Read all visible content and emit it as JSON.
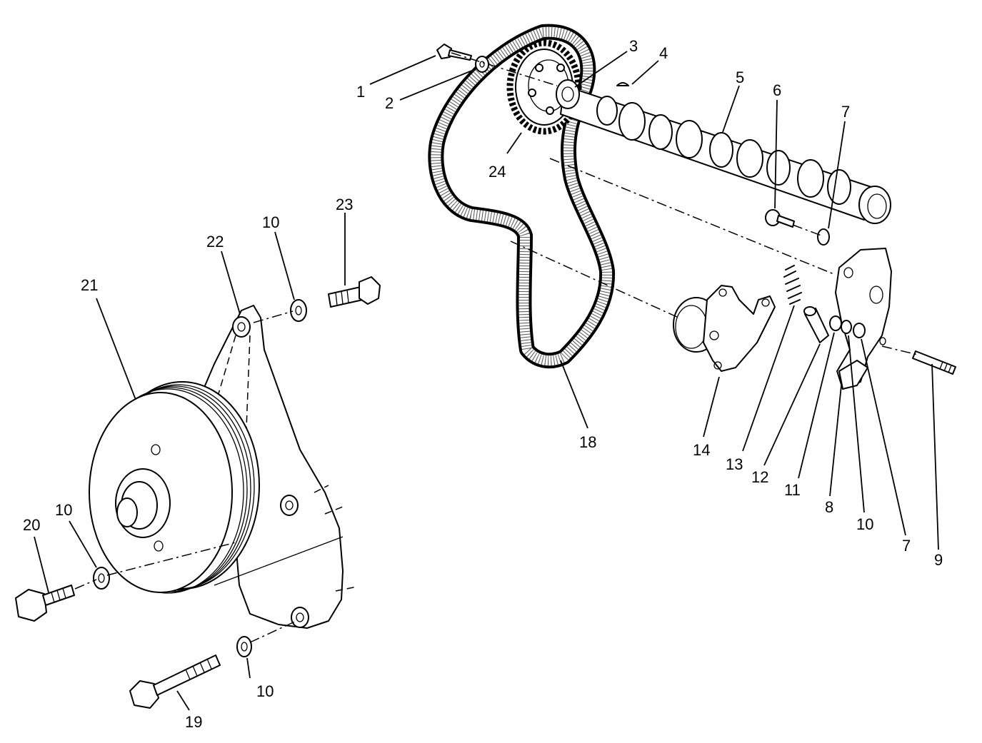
{
  "callouts": {
    "c1": "1",
    "c2": "2",
    "c3": "3",
    "c4": "4",
    "c5": "5",
    "c6": "6",
    "c7a": "7",
    "c7b": "7",
    "c8": "8",
    "c9": "9",
    "c10a": "10",
    "c10b": "10",
    "c10c": "10",
    "c10d": "10",
    "c11": "11",
    "c12": "12",
    "c13": "13",
    "c14": "14",
    "c18": "18",
    "c19": "19",
    "c20": "20",
    "c21": "21",
    "c22": "22",
    "c23": "23",
    "c24": "24"
  }
}
